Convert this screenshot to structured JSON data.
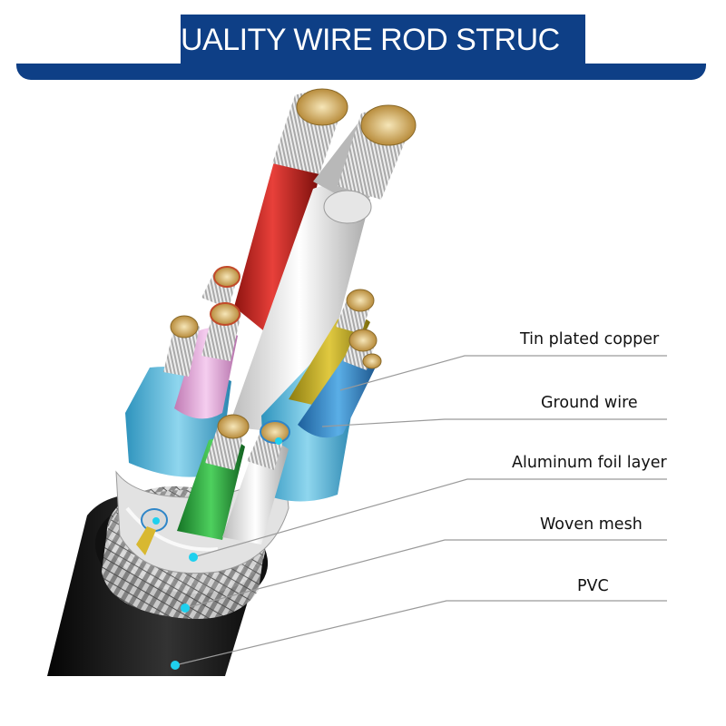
{
  "banner": {
    "title": "UALITY WIRE ROD STRUC"
  },
  "labels": [
    {
      "text": "Tin plated copper"
    },
    {
      "text": "Ground wire"
    },
    {
      "text": "Aluminum foil layer"
    },
    {
      "text": "Woven mesh"
    },
    {
      "text": "PVC"
    }
  ],
  "colors": {
    "banner": "#0e3f86",
    "marker": "#1fd0ee",
    "leader": "#9a9a9a",
    "jacket": "#1a1a1a",
    "red_core": "#d42a25",
    "white_core": "#e8e8e8",
    "blue_sleeve": "#5ab8da",
    "pink_core": "#e6a6d8",
    "yellow_core": "#c8b024",
    "blue_core": "#2f86c8",
    "green_core": "#2aa43a"
  }
}
